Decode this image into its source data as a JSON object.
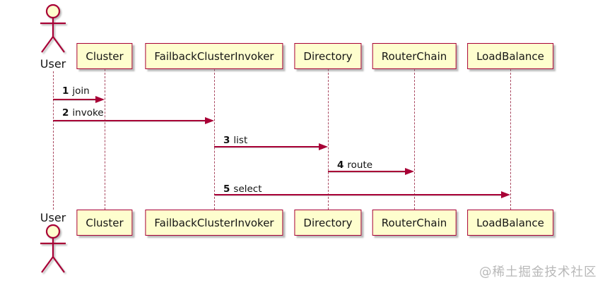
{
  "actor": {
    "label": "User"
  },
  "participants": [
    {
      "label": "Cluster"
    },
    {
      "label": "FailbackClusterInvoker"
    },
    {
      "label": "Directory"
    },
    {
      "label": "RouterChain"
    },
    {
      "label": "LoadBalance"
    }
  ],
  "messages": [
    {
      "num": "1",
      "label": "join",
      "from": "User",
      "to": "Cluster"
    },
    {
      "num": "2",
      "label": "invoke",
      "from": "User",
      "to": "FailbackClusterInvoker"
    },
    {
      "num": "3",
      "label": "list",
      "from": "FailbackClusterInvoker",
      "to": "Directory"
    },
    {
      "num": "4",
      "label": "route",
      "from": "Directory",
      "to": "RouterChain"
    },
    {
      "num": "5",
      "label": "select",
      "from": "FailbackClusterInvoker",
      "to": "LoadBalance"
    }
  ],
  "watermark": "@稀土掘金技术社区",
  "colors": {
    "box_fill": "#FEFECE",
    "border": "#A80036",
    "arrow": "#A80036",
    "text": "#151515",
    "watermark": "#A0A0A0"
  }
}
